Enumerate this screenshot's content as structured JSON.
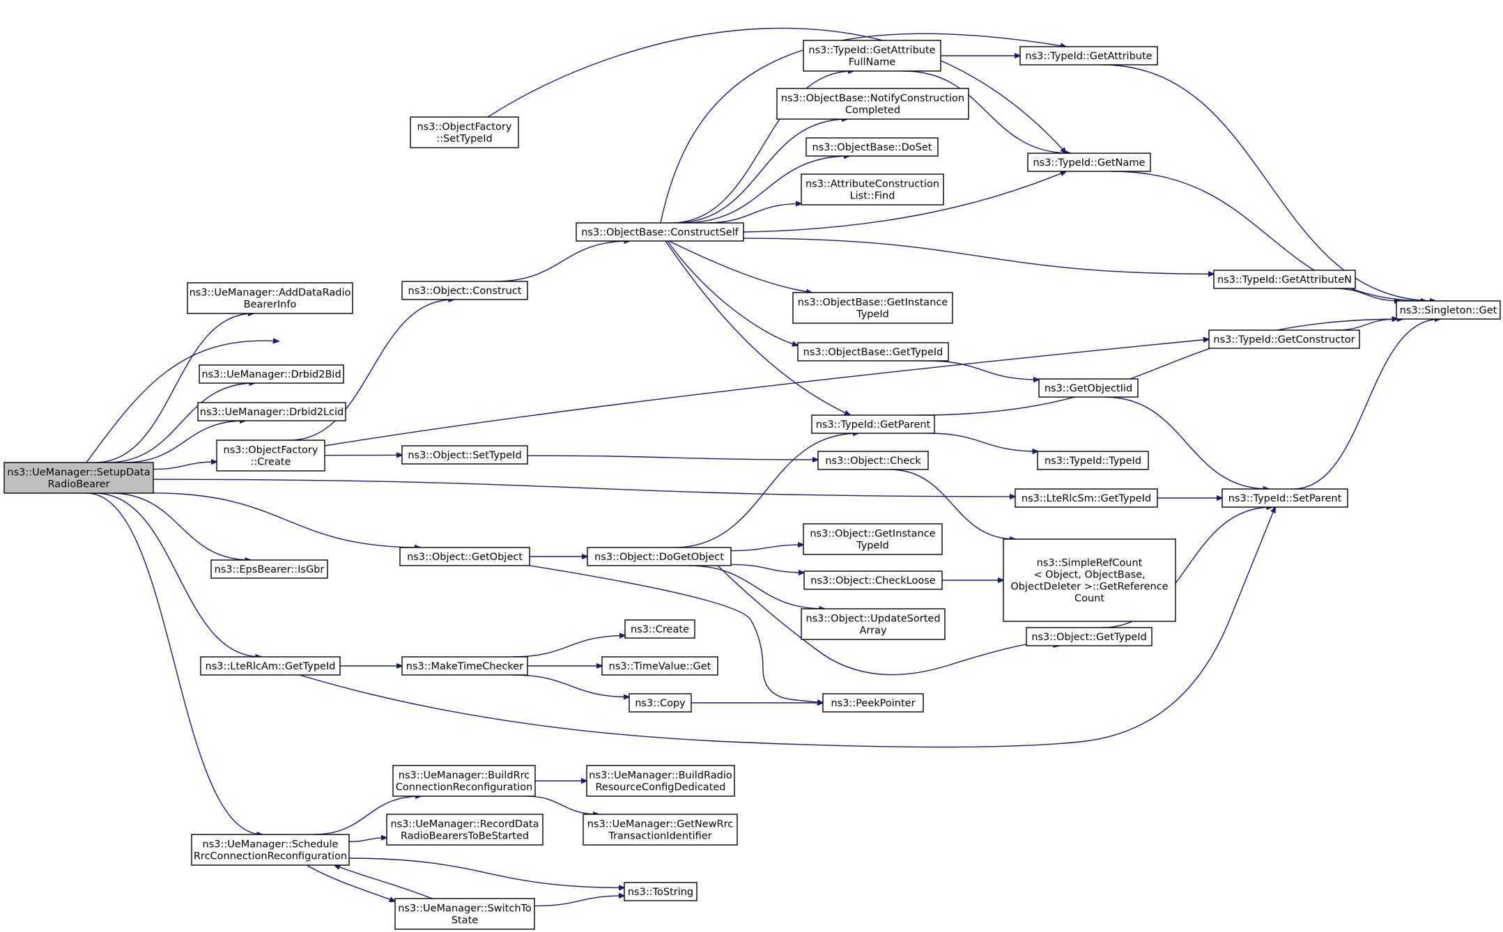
{
  "graph": {
    "root": "SetupDataRadioBearer",
    "nodes": [
      {
        "id": "SetupDataRadioBearer",
        "lines": [
          "ns3::UeManager::SetupData",
          "RadioBearer"
        ],
        "root": true
      },
      {
        "id": "AddDataRadioBearerInfo",
        "lines": [
          "ns3::UeManager::AddDataRadio",
          "BearerInfo"
        ]
      },
      {
        "id": "Drbid2Bid",
        "lines": [
          "ns3::UeManager::Drbid2Bid"
        ]
      },
      {
        "id": "Drbid2Lcid",
        "lines": [
          "ns3::UeManager::Drbid2Lcid"
        ]
      },
      {
        "id": "ObjectFactoryCreate",
        "lines": [
          "ns3::ObjectFactory",
          "::Create"
        ]
      },
      {
        "id": "ObjectFactorySetTypeId",
        "lines": [
          "ns3::ObjectFactory",
          "::SetTypeId"
        ]
      },
      {
        "id": "ObjectConstruct",
        "lines": [
          "ns3::Object::Construct"
        ]
      },
      {
        "id": "ObjectSetTypeId",
        "lines": [
          "ns3::Object::SetTypeId"
        ]
      },
      {
        "id": "ObjectGetObject",
        "lines": [
          "ns3::Object::GetObject"
        ]
      },
      {
        "id": "EpsBearerIsGbr",
        "lines": [
          "ns3::EpsBearer::IsGbr"
        ]
      },
      {
        "id": "LteRlcAmGetTypeId",
        "lines": [
          "ns3::LteRlcAm::GetTypeId"
        ]
      },
      {
        "id": "ScheduleRrc",
        "lines": [
          "ns3::UeManager::Schedule",
          "RrcConnectionReconfiguration"
        ]
      },
      {
        "id": "ConstructSelf",
        "lines": [
          "ns3::ObjectBase::ConstructSelf"
        ]
      },
      {
        "id": "GetAttributeFullName",
        "lines": [
          "ns3::TypeId::GetAttribute",
          "FullName"
        ]
      },
      {
        "id": "NotifyConstructionCompleted",
        "lines": [
          "ns3::ObjectBase::NotifyConstruction",
          "Completed"
        ]
      },
      {
        "id": "ObjectBaseDoSet",
        "lines": [
          "ns3::ObjectBase::DoSet"
        ]
      },
      {
        "id": "AttributeConstructionListFind",
        "lines": [
          "ns3::AttributeConstruction",
          "List::Find"
        ]
      },
      {
        "id": "ObjectBaseGetInstanceTypeId",
        "lines": [
          "ns3::ObjectBase::GetInstance",
          "TypeId"
        ]
      },
      {
        "id": "ObjectBaseGetTypeId",
        "lines": [
          "ns3::ObjectBase::GetTypeId"
        ]
      },
      {
        "id": "TypeIdGetParent",
        "lines": [
          "ns3::TypeId::GetParent"
        ]
      },
      {
        "id": "ObjectCheck",
        "lines": [
          "ns3::Object::Check"
        ]
      },
      {
        "id": "ObjectDoGetObject",
        "lines": [
          "ns3::Object::DoGetObject"
        ]
      },
      {
        "id": "ObjectGetInstanceTypeId",
        "lines": [
          "ns3::Object::GetInstance",
          "TypeId"
        ]
      },
      {
        "id": "ObjectCheckLoose",
        "lines": [
          "ns3::Object::CheckLoose"
        ]
      },
      {
        "id": "ObjectUpdateSortedArray",
        "lines": [
          "ns3::Object::UpdateSorted",
          "Array"
        ]
      },
      {
        "id": "MakeTimeChecker",
        "lines": [
          "ns3::MakeTimeChecker"
        ]
      },
      {
        "id": "Ns3Create",
        "lines": [
          "ns3::Create"
        ]
      },
      {
        "id": "TimeValueGet",
        "lines": [
          "ns3::TimeValue::Get"
        ]
      },
      {
        "id": "Ns3Copy",
        "lines": [
          "ns3::Copy"
        ]
      },
      {
        "id": "PeekPointer",
        "lines": [
          "ns3::PeekPointer"
        ]
      },
      {
        "id": "BuildRrcConnRec",
        "lines": [
          "ns3::UeManager::BuildRrc",
          "ConnectionReconfiguration"
        ]
      },
      {
        "id": "RecordDataRadioBearers",
        "lines": [
          "ns3::UeManager::RecordData",
          "RadioBearersToBeStarted"
        ]
      },
      {
        "id": "SwitchToState",
        "lines": [
          "ns3::UeManager::SwitchTo",
          "State"
        ]
      },
      {
        "id": "BuildRadioResourceConfig",
        "lines": [
          "ns3::UeManager::BuildRadio",
          "ResourceConfigDedicated"
        ]
      },
      {
        "id": "GetNewRrcTransactionId",
        "lines": [
          "ns3::UeManager::GetNewRrc",
          "TransactionIdentifier"
        ]
      },
      {
        "id": "ToString",
        "lines": [
          "ns3::ToString"
        ]
      },
      {
        "id": "TypeIdGetAttribute",
        "lines": [
          "ns3::TypeId::GetAttribute"
        ]
      },
      {
        "id": "TypeIdGetName",
        "lines": [
          "ns3::TypeId::GetName"
        ]
      },
      {
        "id": "TypeIdGetAttributeN",
        "lines": [
          "ns3::TypeId::GetAttributeN"
        ]
      },
      {
        "id": "TypeIdGetConstructor",
        "lines": [
          "ns3::TypeId::GetConstructor"
        ]
      },
      {
        "id": "GetObjectIid",
        "lines": [
          "ns3::GetObjectIid"
        ]
      },
      {
        "id": "TypeIdTypeId",
        "lines": [
          "ns3::TypeId::TypeId"
        ]
      },
      {
        "id": "LteRlcSmGetTypeId",
        "lines": [
          "ns3::LteRlcSm::GetTypeId"
        ]
      },
      {
        "id": "TypeIdSetParent",
        "lines": [
          "ns3::TypeId::SetParent"
        ]
      },
      {
        "id": "SimpleRefCount",
        "lines": [
          "ns3::SimpleRefCount",
          "< Object, ObjectBase,",
          "ObjectDeleter >::GetReference",
          "Count"
        ]
      },
      {
        "id": "ObjectGetTypeId",
        "lines": [
          "ns3::Object::GetTypeId"
        ]
      },
      {
        "id": "SingletonGet",
        "lines": [
          "ns3::Singleton::Get"
        ]
      }
    ],
    "edges": [
      [
        "SetupDataRadioBearer",
        "ObjectFactorySetTypeId"
      ],
      [
        "SetupDataRadioBearer",
        "AddDataRadioBearerInfo"
      ],
      [
        "SetupDataRadioBearer",
        "Drbid2Bid"
      ],
      [
        "SetupDataRadioBearer",
        "Drbid2Lcid"
      ],
      [
        "SetupDataRadioBearer",
        "ObjectFactoryCreate"
      ],
      [
        "SetupDataRadioBearer",
        "LteRlcSmGetTypeId"
      ],
      [
        "SetupDataRadioBearer",
        "ObjectGetObject"
      ],
      [
        "SetupDataRadioBearer",
        "EpsBearerIsGbr"
      ],
      [
        "SetupDataRadioBearer",
        "LteRlcAmGetTypeId"
      ],
      [
        "SetupDataRadioBearer",
        "ScheduleRrc"
      ],
      [
        "ObjectFactorySetTypeId",
        "TypeIdGetName"
      ],
      [
        "ObjectFactoryCreate",
        "ObjectConstruct"
      ],
      [
        "ObjectFactoryCreate",
        "ObjectSetTypeId"
      ],
      [
        "ObjectFactoryCreate",
        "TypeIdGetConstructor"
      ],
      [
        "ObjectConstruct",
        "ConstructSelf"
      ],
      [
        "ObjectSetTypeId",
        "ObjectCheck"
      ],
      [
        "ObjectGetObject",
        "ObjectDoGetObject"
      ],
      [
        "ObjectGetObject",
        "PeekPointer"
      ],
      [
        "LteRlcAmGetTypeId",
        "MakeTimeChecker"
      ],
      [
        "LteRlcAmGetTypeId",
        "TypeIdSetParent"
      ],
      [
        "ConstructSelf",
        "TypeIdGetAttribute"
      ],
      [
        "ConstructSelf",
        "GetAttributeFullName"
      ],
      [
        "ConstructSelf",
        "NotifyConstructionCompleted"
      ],
      [
        "ConstructSelf",
        "ObjectBaseDoSet"
      ],
      [
        "ConstructSelf",
        "AttributeConstructionListFind"
      ],
      [
        "ConstructSelf",
        "TypeIdGetName"
      ],
      [
        "ConstructSelf",
        "TypeIdGetAttributeN"
      ],
      [
        "ConstructSelf",
        "ObjectBaseGetInstanceTypeId"
      ],
      [
        "ConstructSelf",
        "ObjectBaseGetTypeId"
      ],
      [
        "ConstructSelf",
        "TypeIdGetParent"
      ],
      [
        "GetAttributeFullName",
        "TypeIdGetAttribute"
      ],
      [
        "GetAttributeFullName",
        "TypeIdGetName"
      ],
      [
        "ObjectBaseGetTypeId",
        "GetObjectIid"
      ],
      [
        "TypeIdGetParent",
        "SingletonGet"
      ],
      [
        "TypeIdGetParent",
        "TypeIdTypeId"
      ],
      [
        "ObjectCheck",
        "SimpleRefCount"
      ],
      [
        "ObjectDoGetObject",
        "TypeIdGetParent"
      ],
      [
        "ObjectDoGetObject",
        "ObjectGetInstanceTypeId"
      ],
      [
        "ObjectDoGetObject",
        "ObjectCheckLoose"
      ],
      [
        "ObjectDoGetObject",
        "ObjectUpdateSortedArray"
      ],
      [
        "ObjectDoGetObject",
        "ObjectGetTypeId"
      ],
      [
        "ObjectCheckLoose",
        "SimpleRefCount"
      ],
      [
        "MakeTimeChecker",
        "Ns3Create"
      ],
      [
        "MakeTimeChecker",
        "TimeValueGet"
      ],
      [
        "MakeTimeChecker",
        "Ns3Copy"
      ],
      [
        "Ns3Copy",
        "PeekPointer"
      ],
      [
        "ScheduleRrc",
        "BuildRrcConnRec"
      ],
      [
        "ScheduleRrc",
        "RecordDataRadioBearers"
      ],
      [
        "ScheduleRrc",
        "SwitchToState"
      ],
      [
        "ScheduleRrc",
        "ToString"
      ],
      [
        "BuildRrcConnRec",
        "BuildRadioResourceConfig"
      ],
      [
        "BuildRrcConnRec",
        "GetNewRrcTransactionId"
      ],
      [
        "SwitchToState",
        "ScheduleRrc"
      ],
      [
        "SwitchToState",
        "ToString"
      ],
      [
        "TypeIdGetAttribute",
        "SingletonGet"
      ],
      [
        "TypeIdGetName",
        "SingletonGet"
      ],
      [
        "TypeIdGetAttributeN",
        "SingletonGet"
      ],
      [
        "TypeIdGetConstructor",
        "SingletonGet"
      ],
      [
        "GetObjectIid",
        "TypeIdSetParent"
      ],
      [
        "LteRlcSmGetTypeId",
        "TypeIdSetParent"
      ],
      [
        "ObjectGetTypeId",
        "TypeIdSetParent"
      ],
      [
        "TypeIdSetParent",
        "SingletonGet"
      ]
    ]
  }
}
